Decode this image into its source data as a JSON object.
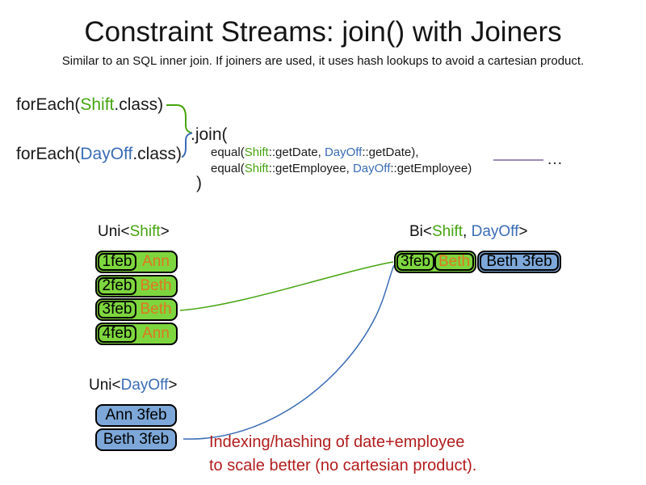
{
  "title": "Constraint Streams: join() with Joiners",
  "subtitle": "Similar to an SQL inner join. If joiners are used, it uses hash lookups to avoid a cartesian product.",
  "code": {
    "foreach_shift": {
      "pre": "forEach(",
      "cls": "Shift",
      "post": ".class)"
    },
    "foreach_dayoff": {
      "pre": "forEach(",
      "cls": "DayOff",
      "post": ".class)"
    },
    "join_open": ".join(",
    "equal_date": {
      "pre": "equal(",
      "a": "Shift",
      "mid": "::getDate, ",
      "b": "DayOff",
      "post": "::getDate),"
    },
    "equal_employee": {
      "pre": "equal(",
      "a": "Shift",
      "mid": "::getEmployee, ",
      "b": "DayOff",
      "post": "::getEmployee)"
    },
    "join_close": ")",
    "ellipsis": "…"
  },
  "uni_shift": {
    "label": {
      "pre": "Uni<",
      "type": "Shift",
      "post": ">"
    },
    "rows": [
      {
        "date": "1feb",
        "name": "Ann"
      },
      {
        "date": "2feb",
        "name": "Beth"
      },
      {
        "date": "3feb",
        "name": "Beth"
      },
      {
        "date": "4feb",
        "name": "Ann"
      }
    ]
  },
  "bi": {
    "label": {
      "pre": "Bi<",
      "type1": "Shift",
      "sep": ", ",
      "type2": "DayOff",
      "post": ">"
    },
    "row": {
      "date": "3feb",
      "name": "Beth",
      "dayoff": "Beth 3feb"
    }
  },
  "uni_dayoff": {
    "label": {
      "pre": "Uni<",
      "type": "DayOff",
      "post": ">"
    },
    "rows": [
      {
        "text": "Ann 3feb"
      },
      {
        "text": "Beth 3feb"
      }
    ]
  },
  "note": {
    "line1": "Indexing/hashing of date+employee",
    "line2": "to scale better (no cartesian product)."
  },
  "colors": {
    "green_text": "#46a410",
    "blue_text": "#3a6cb5",
    "orange_text": "#e0771e",
    "green_fill": "#7ed63e",
    "blue_fill": "#7da7d8",
    "red_text": "#b21c1c",
    "purple_line": "#8064a2",
    "border": "#000000"
  }
}
